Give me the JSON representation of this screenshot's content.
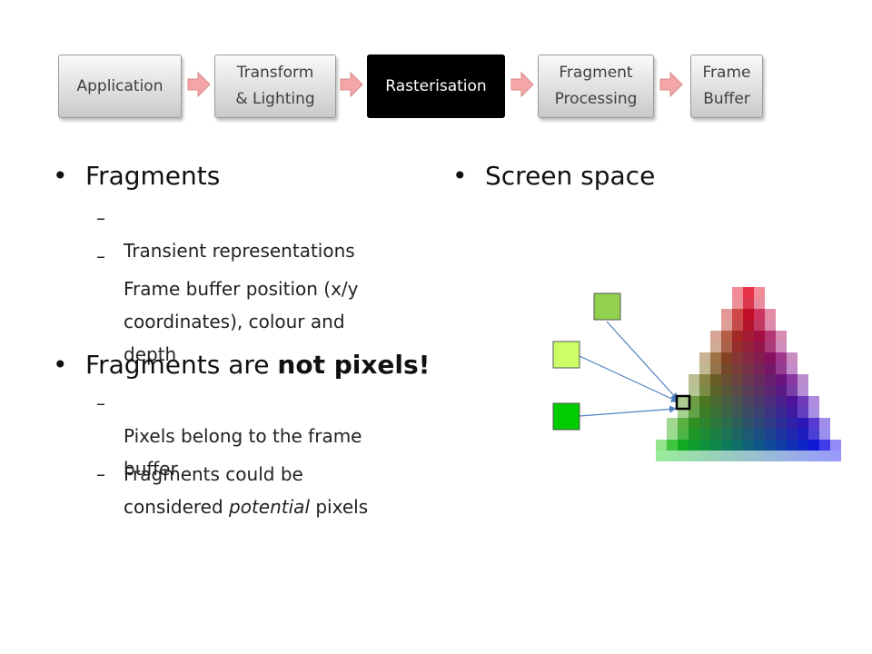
{
  "pipeline": {
    "stages": [
      {
        "label": "Application",
        "active": false
      },
      {
        "label": "Transform\n& Lighting",
        "active": false
      },
      {
        "label": "Rasterisation",
        "active": true
      },
      {
        "label": "Fragment\nProcessing",
        "active": false
      },
      {
        "label": "Frame\nBuffer",
        "active": false
      }
    ],
    "arrow_color": "#f4a6a6",
    "active_color": "#000000"
  },
  "left_column": {
    "heading1": "Fragments",
    "sub1": "Transient representations",
    "sub2": "Frame buffer position (x/y\ncoordinates), colour and\ndepth",
    "heading2_part1": "Fragments are ",
    "heading2_bold": "not pixels!",
    "sub3": "Pixels belong to the frame\nbuffer",
    "sub4_part1": "Fragments could be\nconsidered ",
    "sub4_italic": "potential",
    "sub4_part2": " pixels"
  },
  "right_column": {
    "heading": "Screen space"
  },
  "figure": {
    "fragment_colors": [
      "#92d050",
      "#ccff66",
      "#00cc00"
    ],
    "arrow_color": "#4f81bd",
    "vertex_colors": {
      "top": "#e0001a",
      "left": "#00d000",
      "right": "#0000ff"
    }
  }
}
